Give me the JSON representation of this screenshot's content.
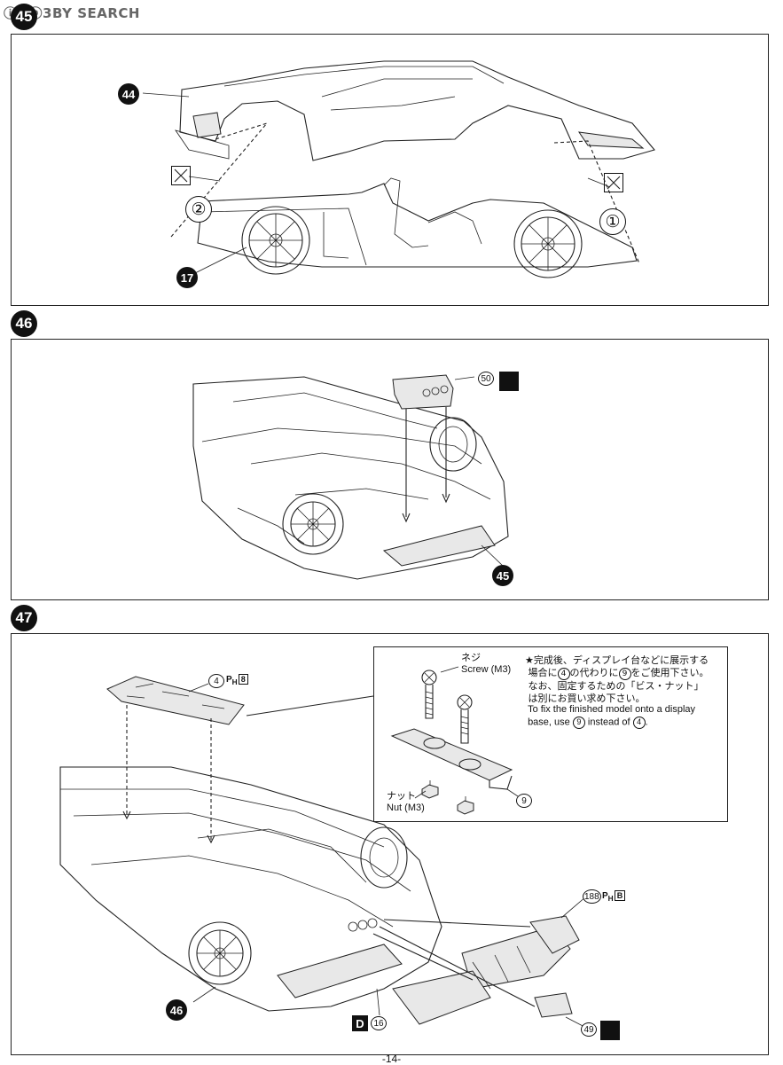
{
  "watermark": "ⓘHⓞ3BY SEARCH",
  "page_number": "-14-",
  "steps": [
    {
      "number": "45",
      "parts": {
        "body": "44",
        "chassis": "17"
      },
      "order": [
        "①",
        "②"
      ],
      "glue_note": "no-glue-icon"
    },
    {
      "number": "46",
      "parts": {
        "engine_cover": "50",
        "assembly": "45"
      },
      "glue_note": "glue-icon"
    },
    {
      "number": "47",
      "parts": {
        "base_plate": "4",
        "base_plate_tag": "P",
        "base_plate_tag_sub": "H",
        "base_plate_tag_box": "8",
        "display_bracket": "9",
        "diffuser": "188",
        "diffuser_tag": "P",
        "diffuser_tag_sub": "H",
        "diffuser_tag_box": "B",
        "exhaust": "49",
        "assembly": "46",
        "d_box": "D",
        "d_part": "16"
      },
      "screw_jp": "ネジ",
      "screw_en": "Screw (M3)",
      "nut_jp": "ナット",
      "nut_en": "Nut (M3)",
      "note_jp_1": "★完成後、ディスプレイ台などに展示する",
      "note_jp_2a": "場合に",
      "note_jp_2b": "の代わりに",
      "note_jp_2c": "をご使用下さい。",
      "note_jp_3": "なお、固定するための「ビス・ナット」",
      "note_jp_4": "は別にお買い求め下さい。",
      "note_en_1": "To fix the finished model onto a display",
      "note_en_2a": "base, use",
      "note_en_2b": "instead of",
      "note_en_2c": ".",
      "note_ref_a": "4",
      "note_ref_b": "9"
    }
  ]
}
